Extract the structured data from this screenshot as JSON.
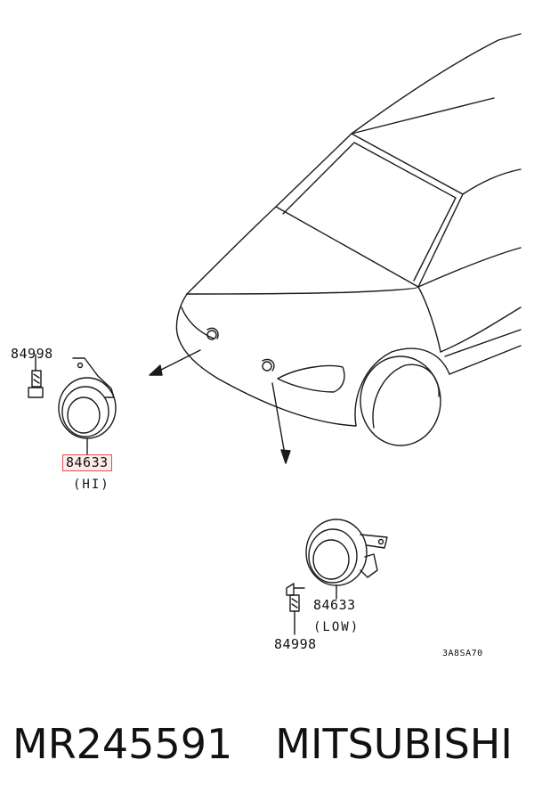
{
  "callouts": {
    "bolt_hi": "84998",
    "horn_hi": "84633",
    "horn_hi_type": "(HI)",
    "horn_low": "84633",
    "horn_low_type": "(LOW)",
    "bolt_low": "84998"
  },
  "drawing_code": "3A8SA70",
  "caption": {
    "part_number": "MR245591",
    "brand": "MITSUBISHI"
  },
  "colors": {
    "line": "#1a1a1a",
    "highlight_border": "#e0505a"
  }
}
